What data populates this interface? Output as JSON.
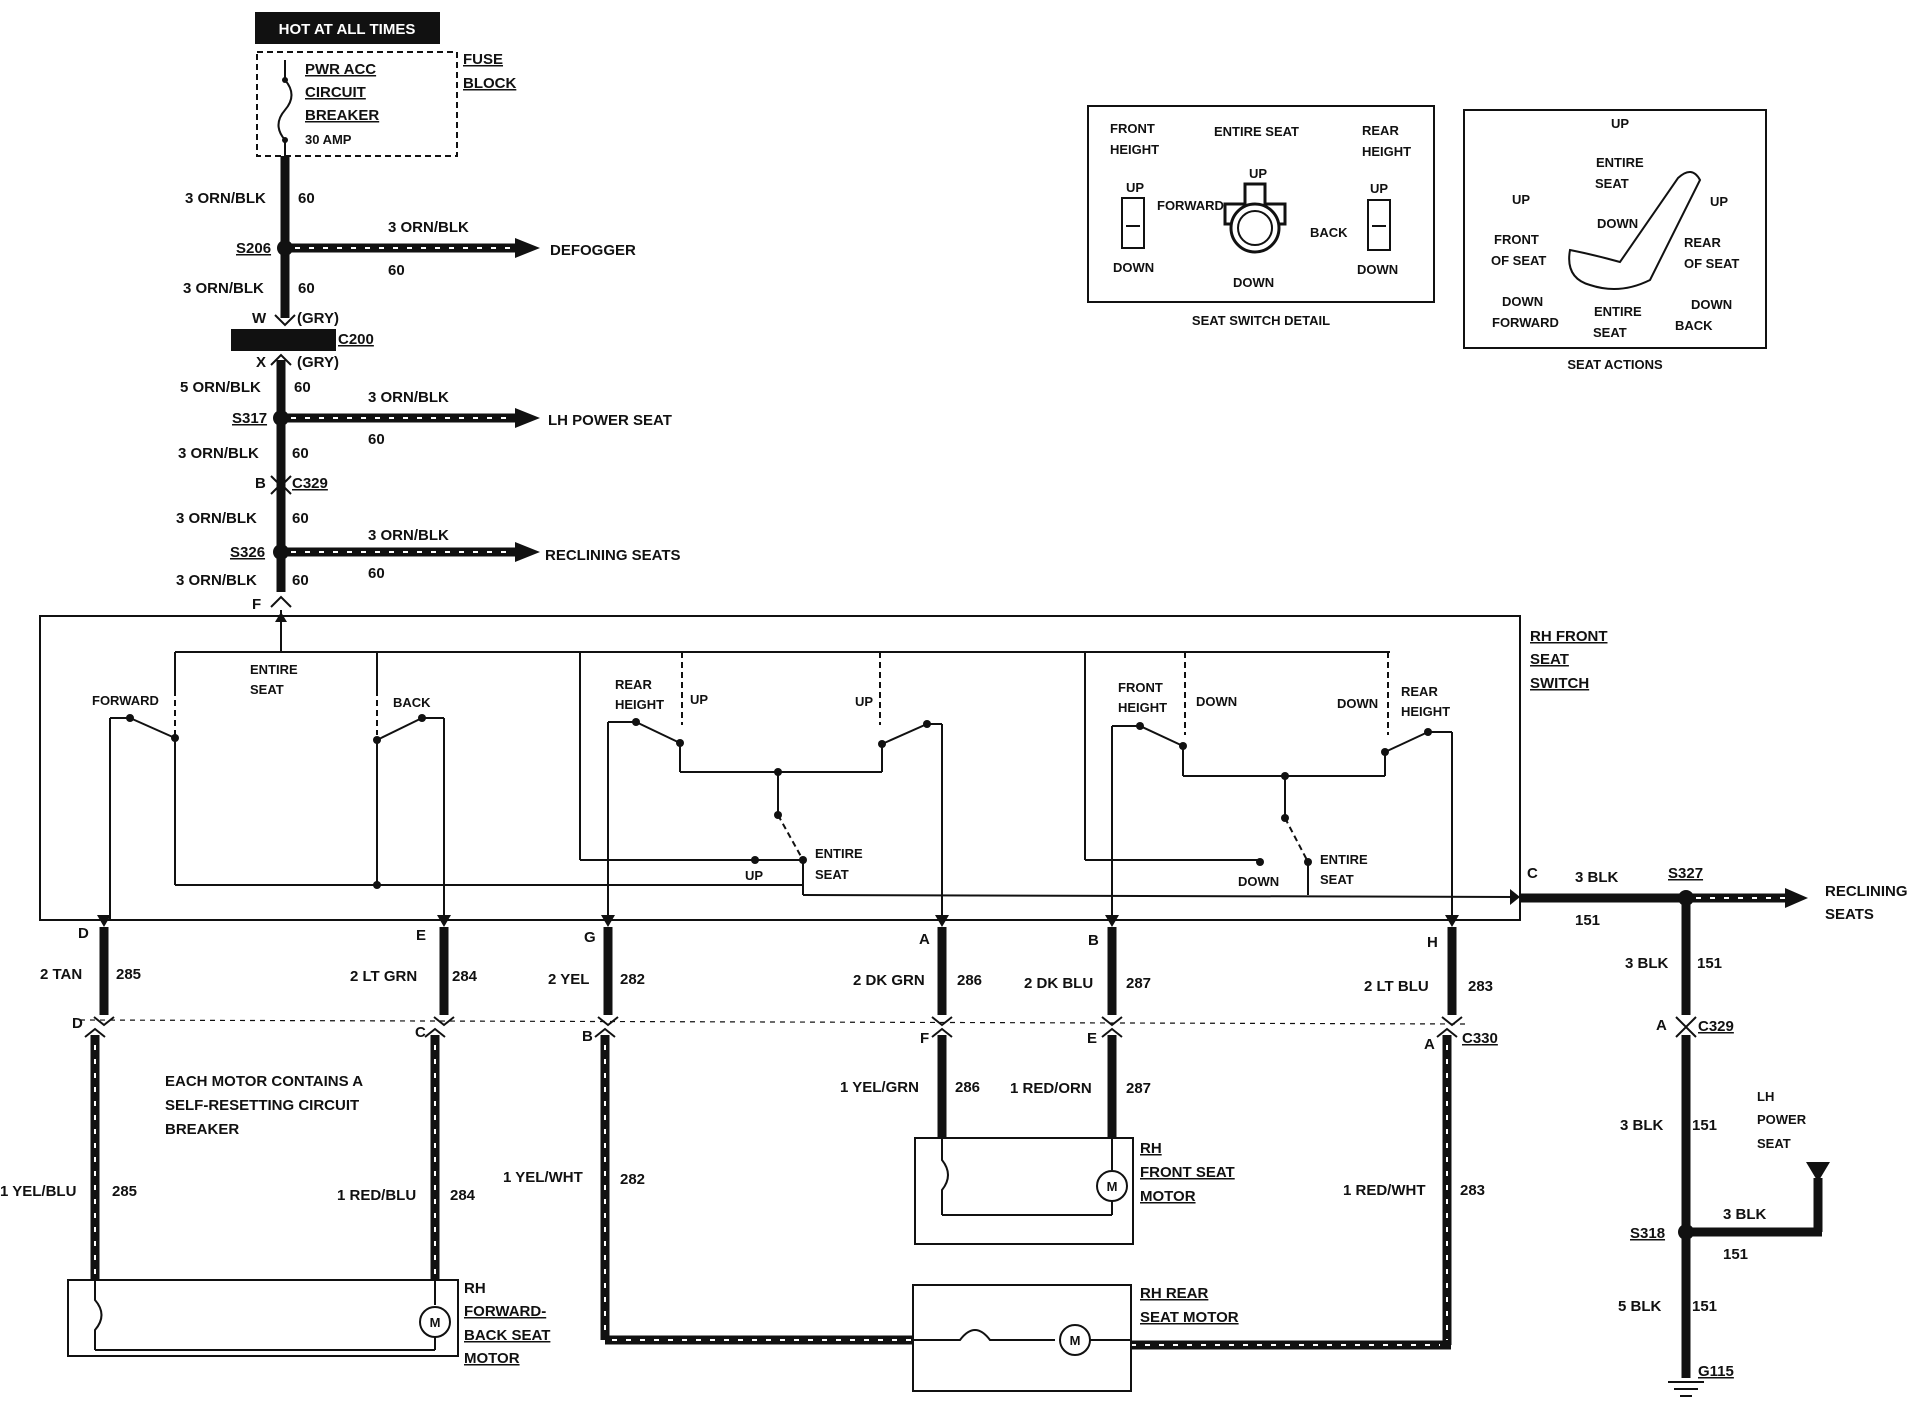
{
  "header": {
    "hot_label": "HOT AT ALL TIMES"
  },
  "fuse": {
    "name_lines": [
      "PWR ACC",
      "CIRCUIT",
      "BREAKER"
    ],
    "rating": "30 AMP",
    "block_lines": [
      "FUSE",
      "BLOCK"
    ]
  },
  "feed": {
    "w1": "3 ORN/BLK",
    "c1": "60",
    "s206": "S206",
    "w2": "3 ORN/BLK",
    "c2": "60",
    "defogger": "DEFOGGER",
    "w3": "3 ORN/BLK",
    "c3": "60",
    "c200": "C200",
    "w_pin": "W",
    "w_col": "(GRY)",
    "x_pin": "X",
    "x_col": "(GRY)",
    "w4": "5 ORN/BLK",
    "c4": "60",
    "s317": "S317",
    "w5": "3 ORN/BLK",
    "c5": "60",
    "lh_power_seat": "LH POWER SEAT",
    "w6": "3 ORN/BLK",
    "c6": "60",
    "b_pin": "B",
    "c329": "C329",
    "w7": "3 ORN/BLK",
    "c7": "60",
    "s326": "S326",
    "w8": "3 ORN/BLK",
    "c8": "60",
    "reclining": "RECLINING SEATS",
    "w9": "3 ORN/BLK",
    "c9": "60",
    "f_pin": "F"
  },
  "switch_detail": {
    "front_height": [
      "FRONT",
      "HEIGHT"
    ],
    "entire_seat": "ENTIRE SEAT",
    "rear_height": [
      "REAR",
      "HEIGHT"
    ],
    "up": "UP",
    "down": "DOWN",
    "forward": "FORWARD",
    "back": "BACK",
    "caption": "SEAT SWITCH DETAIL"
  },
  "seat_actions": {
    "up": "UP",
    "entire_seat": [
      "ENTIRE",
      "SEAT"
    ],
    "down": "DOWN",
    "front_of_seat": [
      "FRONT",
      "OF SEAT"
    ],
    "rear_of_seat": [
      "REAR",
      "OF SEAT"
    ],
    "forward": "FORWARD",
    "back": "BACK",
    "caption": "SEAT ACTIONS"
  },
  "rh_switch": {
    "title": [
      "RH FRONT",
      "SEAT",
      "SWITCH"
    ],
    "entire_seat": [
      "ENTIRE",
      "SEAT"
    ],
    "forward": "FORWARD",
    "back": "BACK",
    "rear_height": [
      "REAR",
      "HEIGHT"
    ],
    "front_height": [
      "FRONT",
      "HEIGHT"
    ],
    "up": "UP",
    "down": "DOWN",
    "c_pin": "C"
  },
  "ground": {
    "w1": "3 BLK",
    "c1": "151",
    "s327": "S327",
    "reclining": [
      "RECLINING",
      "SEATS"
    ],
    "w2": "3 BLK",
    "c2": "151",
    "a_pin": "A",
    "c329": "C329",
    "w3": "3 BLK",
    "c3": "151",
    "lh_power_seat": [
      "LH",
      "POWER",
      "SEAT"
    ],
    "w4": "3 BLK",
    "c4": "151",
    "s318": "S318",
    "w5": "5 BLK",
    "c5": "151",
    "g115": "G115"
  },
  "outputs": {
    "d": {
      "pin": "D",
      "wire": "2 TAN",
      "circ": "285",
      "lower_pin": "D",
      "lower_wire": "1 YEL/BLU",
      "lower_circ": "285"
    },
    "e": {
      "pin": "E",
      "wire": "2 LT GRN",
      "circ": "284",
      "lower_pin": "C",
      "lower_wire": "1 RED/BLU",
      "lower_circ": "284"
    },
    "g": {
      "pin": "G",
      "wire": "2 YEL",
      "circ": "282",
      "lower_pin": "B",
      "lower_wire": "1 YEL/WHT",
      "lower_circ": "282"
    },
    "a": {
      "pin": "A",
      "wire": "2 DK GRN",
      "circ": "286",
      "lower_pin": "F",
      "lower_wire": "1 YEL/GRN",
      "lower_circ": "286"
    },
    "b": {
      "pin": "B",
      "wire": "2 DK BLU",
      "circ": "287",
      "lower_pin": "E",
      "lower_wire": "1 RED/ORN",
      "lower_circ": "287"
    },
    "h": {
      "pin": "H",
      "wire": "2 LT BLU",
      "circ": "283",
      "lower_pin": "A",
      "lower_wire": "1 RED/WHT",
      "lower_circ": "283"
    },
    "c330": "C330"
  },
  "note": [
    "EACH MOTOR CONTAINS A",
    "SELF-RESETTING CIRCUIT",
    "BREAKER"
  ],
  "motors": {
    "fwd_back": [
      "RH",
      "FORWARD-",
      "BACK SEAT",
      "MOTOR"
    ],
    "front": [
      "RH",
      "FRONT SEAT",
      "MOTOR"
    ],
    "rear": [
      "RH REAR",
      "SEAT MOTOR"
    ],
    "m": "M"
  }
}
